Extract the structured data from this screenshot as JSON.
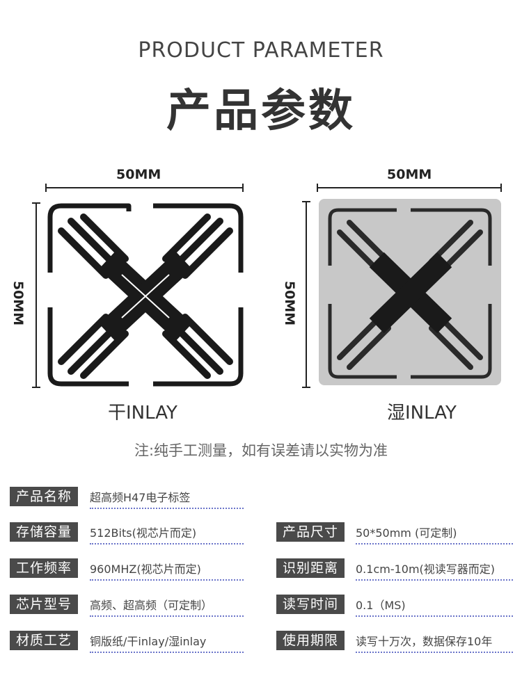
{
  "header": {
    "subtitle_en": "PRODUCT PARAMETER",
    "title_cn": "产品参数"
  },
  "dry_inlay": {
    "width_label": "50MM",
    "height_label": "50MM",
    "caption": "干INLAY"
  },
  "wet_inlay": {
    "width_label": "50MM",
    "height_label": "50MM",
    "caption": "湿INLAY"
  },
  "note": "注:纯手工测量，如有误差请以实物为准",
  "specs": {
    "product_name": {
      "label": "产品名称",
      "value": "超高频H47电子标签"
    },
    "storage": {
      "label": "存储容量",
      "value": "512Bits(视芯片而定)"
    },
    "size": {
      "label": "产品尺寸",
      "value": "50*50mm (可定制)"
    },
    "frequency": {
      "label": "工作频率",
      "value": "960MHZ(视芯片而定)"
    },
    "read_range": {
      "label": "识别距离",
      "value": "0.1cm-10m(视读写器而定)"
    },
    "chip_model": {
      "label": "芯片型号",
      "value": "高频、超高频（可定制）"
    },
    "rw_time": {
      "label": "读写时间",
      "value": "0.1（MS)"
    },
    "material": {
      "label": "材质工艺",
      "value": "铜版纸/干inlay/湿inlay"
    },
    "lifetime": {
      "label": "使用期限",
      "value": "读写十万次，数据保存10年"
    }
  },
  "colors": {
    "tag_bg": "#4a4a4a",
    "dotted_line": "#6a74c9",
    "antenna": "#1a1a1a",
    "wet_bg": "#c8c8c8"
  }
}
